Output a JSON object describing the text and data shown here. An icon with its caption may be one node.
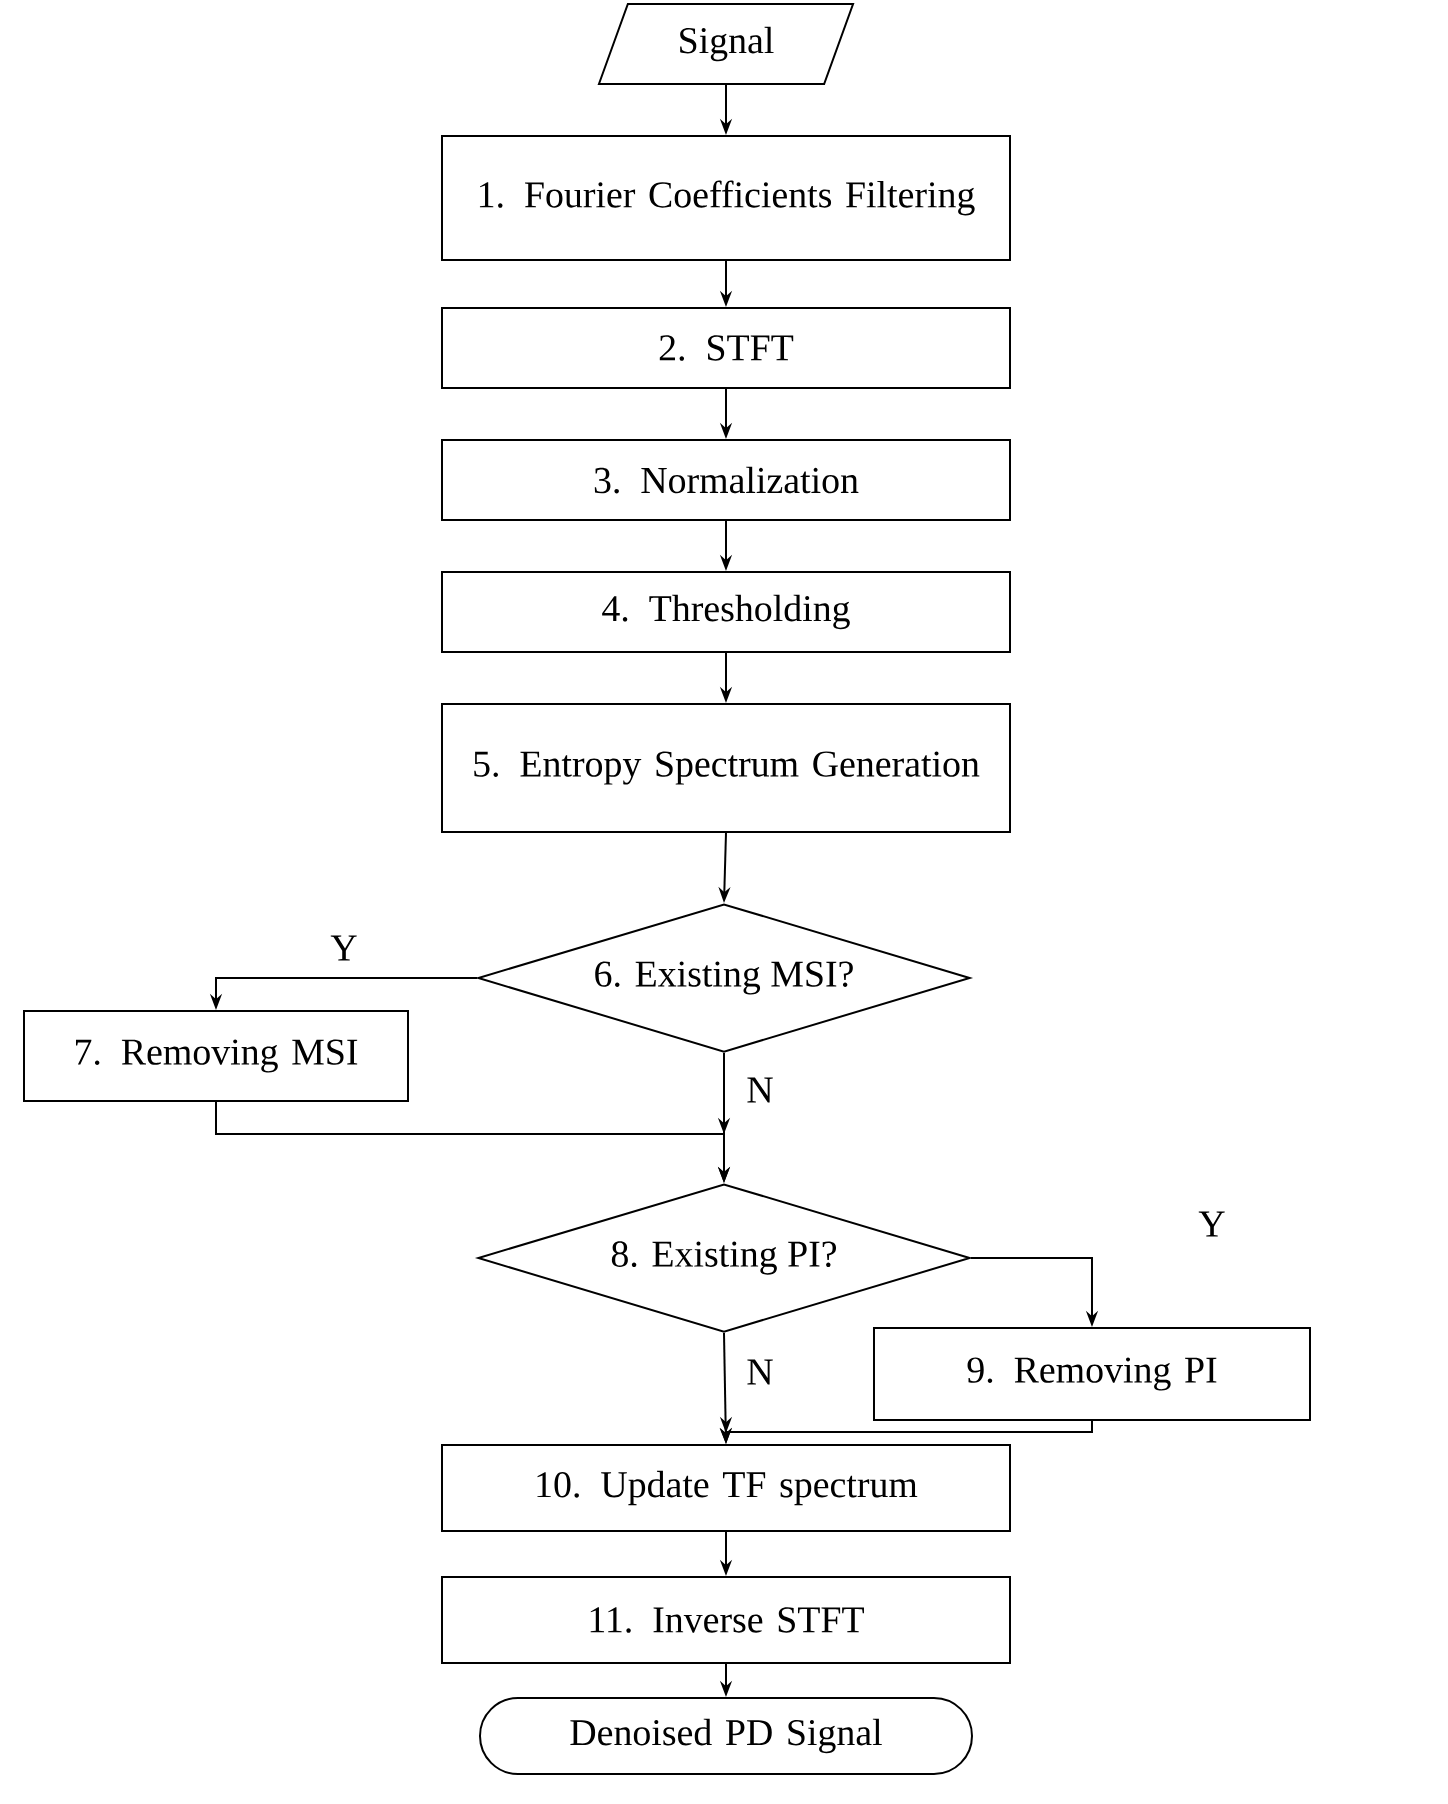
{
  "diagram": {
    "nodes": [
      {
        "text": [
          "Signal"
        ]
      },
      {
        "text": [
          "1. Fourier Coefficients Filtering"
        ]
      },
      {
        "text": [
          "2. STFT"
        ]
      },
      {
        "text": [
          "3. Normalization"
        ]
      },
      {
        "text": [
          "4. Thresholding"
        ]
      },
      {
        "text": [
          "5. Entropy Spectrum Generation"
        ]
      },
      {
        "text": [
          "6. Existing MSI?"
        ]
      },
      {
        "text": [
          "7. Removing MSI"
        ]
      },
      {
        "text": [
          "8. Existing PI?"
        ]
      },
      {
        "text": [
          "9. Removing PI"
        ]
      },
      {
        "text": [
          "10. Update TF spectrum"
        ]
      },
      {
        "text": [
          "11. Inverse STFT"
        ]
      },
      {
        "text": [
          "Denoised PD Signal"
        ]
      }
    ],
    "edges": [
      {
        "from": 0,
        "to": 1,
        "arrow": "to"
      },
      {
        "from": 1,
        "to": 2,
        "arrow": "to"
      },
      {
        "from": 2,
        "to": 3,
        "arrow": "to"
      },
      {
        "from": 3,
        "to": 4,
        "arrow": "to"
      },
      {
        "from": 4,
        "to": 5,
        "arrow": "to"
      },
      {
        "from": 5,
        "to": 6,
        "arrow": "to"
      },
      {
        "from": 6,
        "to": 7,
        "arrow": "to",
        "label": "Y"
      },
      {
        "from": 6,
        "to": 8,
        "arrow": "to",
        "label": "N"
      },
      {
        "from": 7,
        "to": 8,
        "arrow": "to"
      },
      {
        "from": 8,
        "to": 9,
        "arrow": "to",
        "label": "Y"
      },
      {
        "from": 8,
        "to": 10,
        "arrow": "to",
        "label": "N"
      },
      {
        "from": 9,
        "to": 10,
        "arrow": "to"
      },
      {
        "from": 10,
        "to": 11,
        "arrow": "to"
      },
      {
        "from": 11,
        "to": 12,
        "arrow": "to"
      }
    ]
  }
}
